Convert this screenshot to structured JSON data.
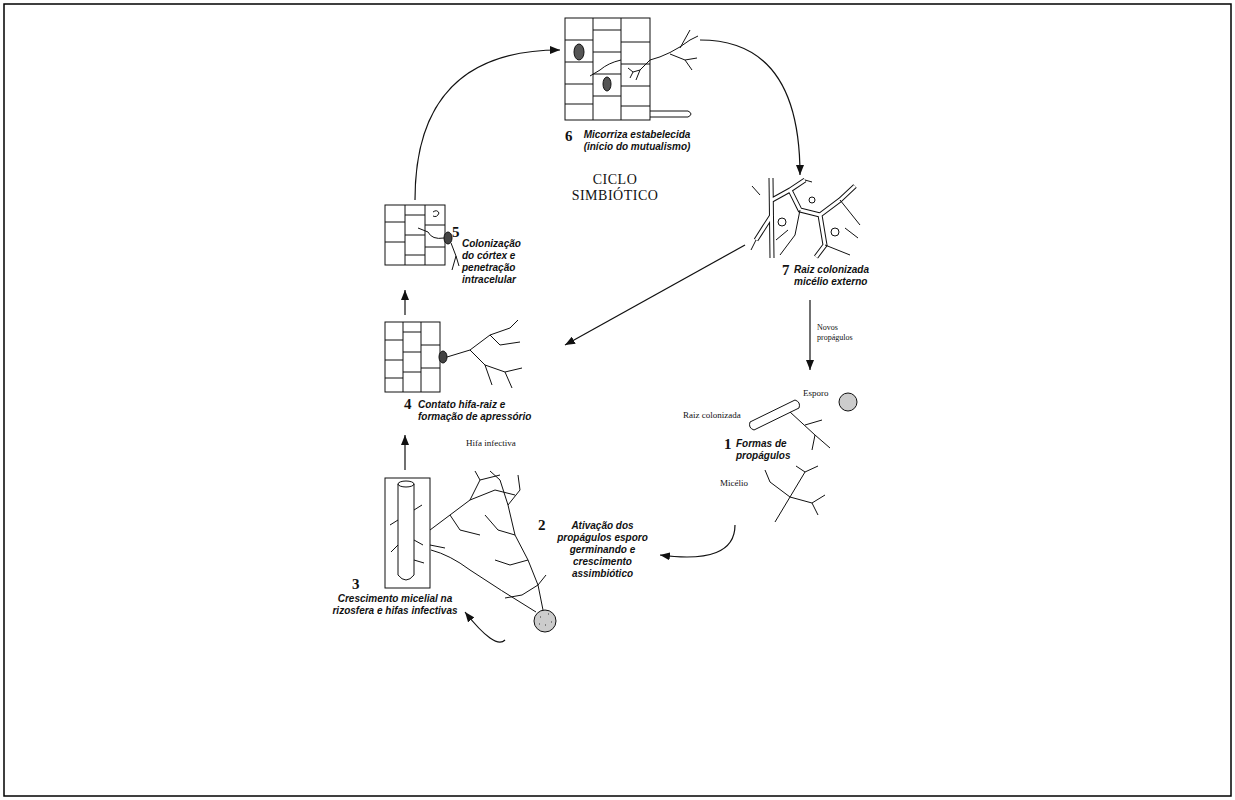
{
  "diagram": {
    "title": "CICLO SIMBIÓTICO",
    "nodes": [
      {
        "text": [
          "1",
          "Formas de propágulos"
        ]
      },
      {
        "text": [
          "2",
          "Ativação dos propágulos esporo germinando e crescimento assimbiótico"
        ]
      },
      {
        "text": [
          "3",
          "Crescimento micelial na rizosfera e hifas infectivas"
        ]
      },
      {
        "text": [
          "4",
          "Contato hifa-raiz e formação de apressório"
        ]
      },
      {
        "text": [
          "5",
          "Colonização do córtex e penetração intracelular"
        ]
      },
      {
        "text": [
          "6",
          "Micorriza estabelecida (início do mutualismo)"
        ]
      },
      {
        "text": [
          "7",
          "Raiz colonizada micélio externo"
        ]
      }
    ],
    "edges": [
      {
        "from": 0,
        "to": 1,
        "arrow": "to"
      },
      {
        "from": 1,
        "to": 2,
        "arrow": "to"
      },
      {
        "from": 2,
        "to": 3,
        "arrow": "to"
      },
      {
        "from": 3,
        "to": 4,
        "arrow": "to"
      },
      {
        "from": 4,
        "to": 5,
        "arrow": "to"
      },
      {
        "from": 5,
        "to": 6,
        "arrow": "to"
      },
      {
        "from": 6,
        "to": 3,
        "arrow": "to"
      },
      {
        "from": 6,
        "to": 0,
        "label": "Novos propágulos",
        "arrow": "to"
      }
    ],
    "labels": [
      "Raiz colonizada",
      "Esporo",
      "Micélio",
      "Hifa infectiva"
    ]
  }
}
